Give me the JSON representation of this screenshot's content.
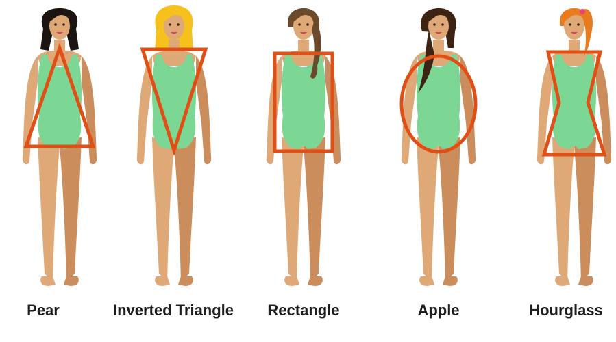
{
  "colors": {
    "skin": "#dfa877",
    "skin_shadow": "#cb8d5c",
    "swimsuit": "#7cd694",
    "outline": "#e04f16"
  },
  "body_shapes": [
    {
      "label": "Pear",
      "outline_shape": "triangle",
      "hair_color": "#1b1410"
    },
    {
      "label": "Inverted Triangle",
      "outline_shape": "inverted-triangle",
      "hair_color": "#f6c11d"
    },
    {
      "label": "Rectangle",
      "outline_shape": "rectangle",
      "hair_color": "#6b4a2c"
    },
    {
      "label": "Apple",
      "outline_shape": "oval",
      "hair_color": "#3d2314"
    },
    {
      "label": "Hourglass",
      "outline_shape": "hourglass",
      "hair_color": "#e97b1d"
    }
  ]
}
